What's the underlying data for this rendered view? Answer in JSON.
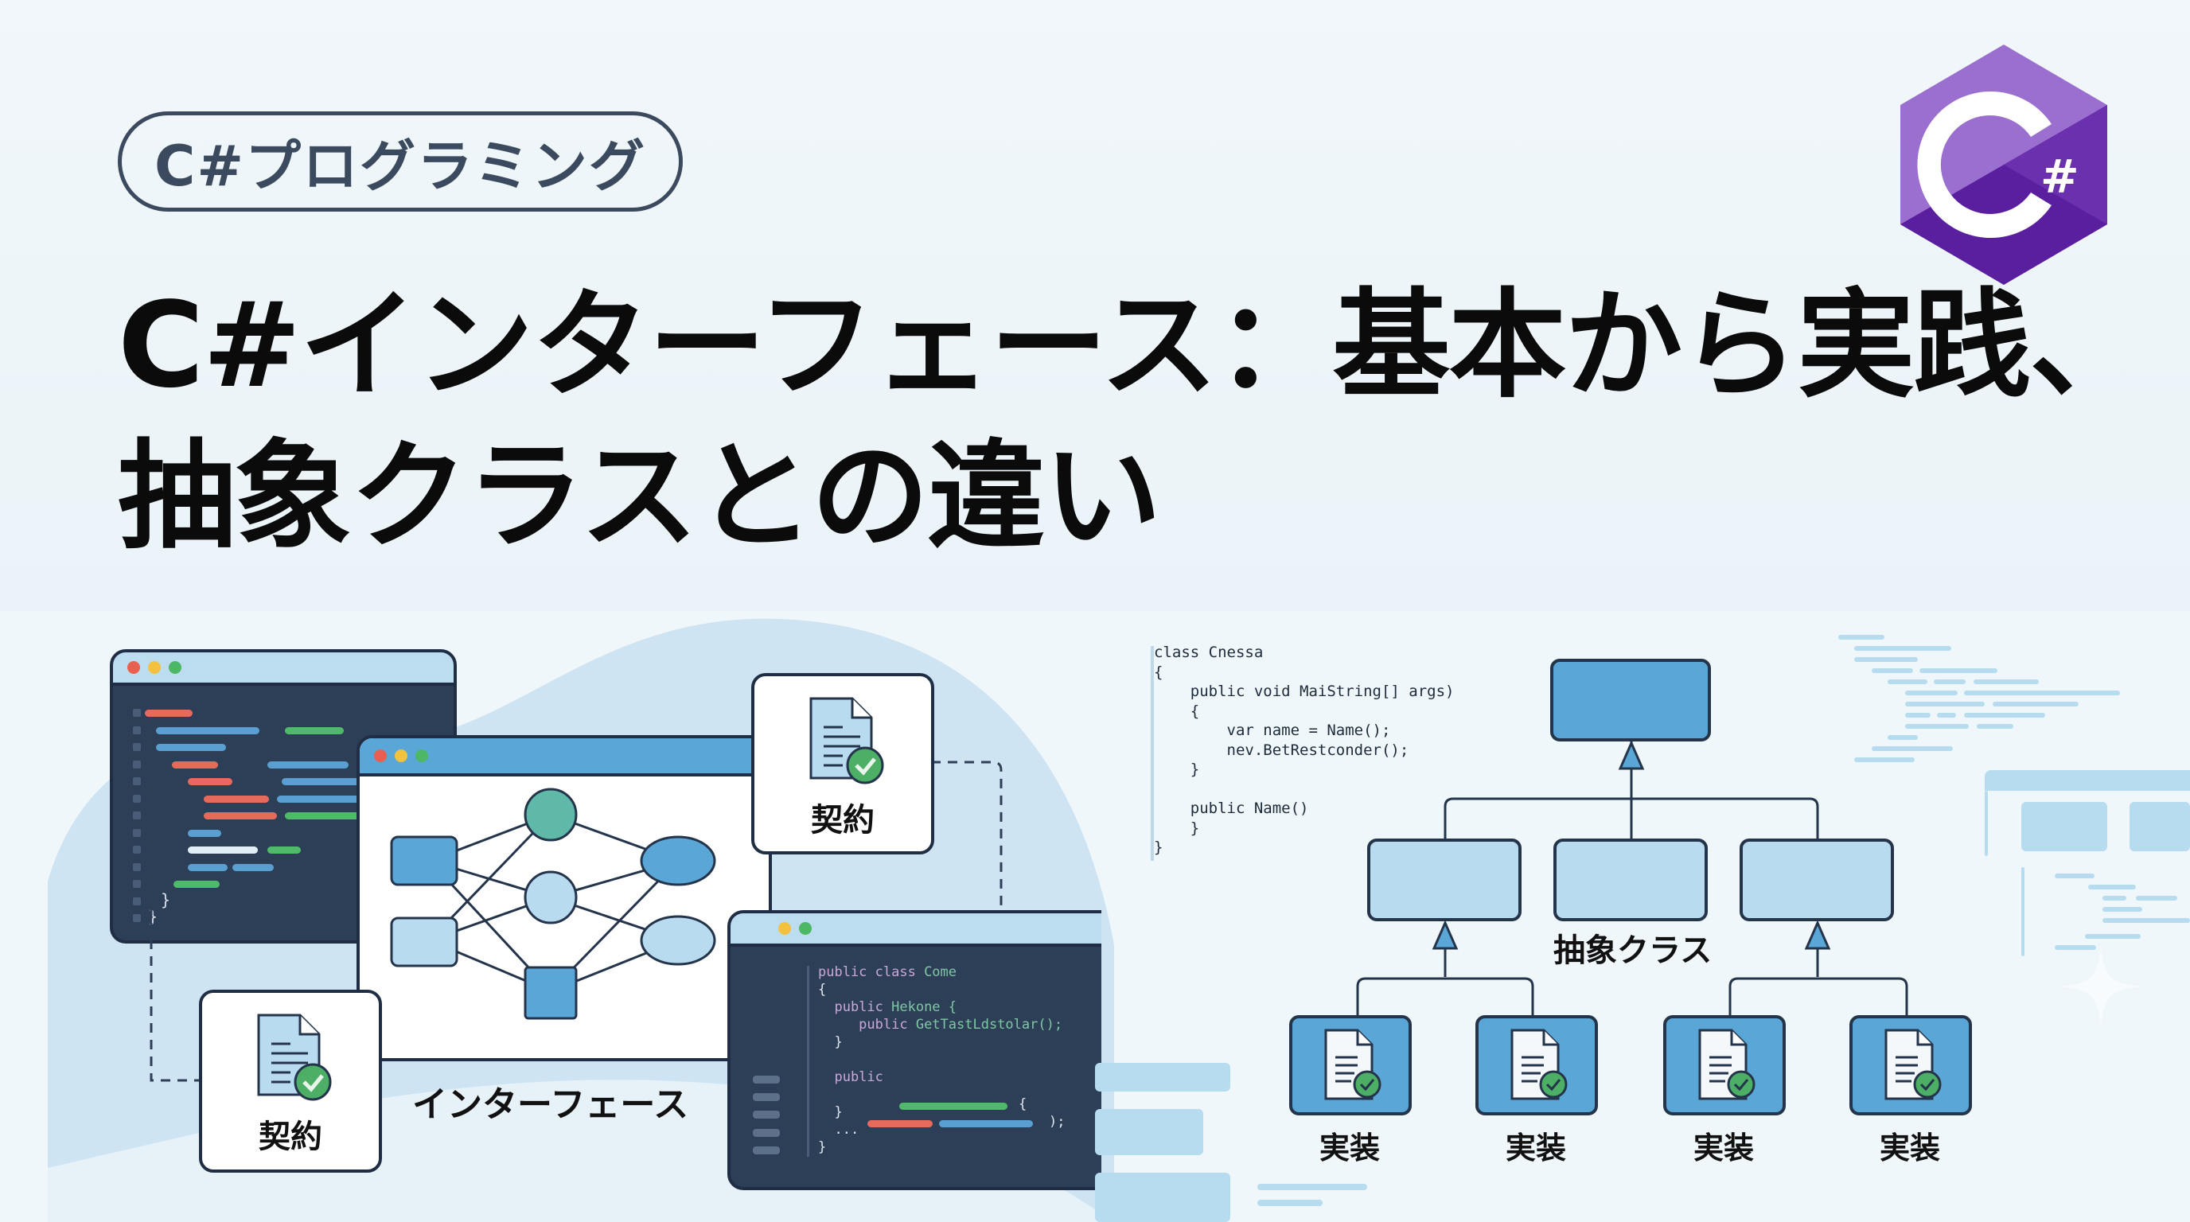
{
  "header": {
    "category": "C#プログラミング",
    "title_line1": "C#インターフェース：基本から実践、",
    "title_line2": "抽象クラスとの違い",
    "logo": {
      "icon": "csharp-logo-icon",
      "glyph": "C#",
      "colors": {
        "light": "#9b6fd0",
        "dark": "#5a1f9e",
        "mid": "#7a46b8"
      }
    }
  },
  "left_panel": {
    "interface_label": "インターフェース",
    "contract_cards": [
      {
        "label": "契約",
        "icon": "document-check-icon"
      },
      {
        "label": "契約",
        "icon": "document-check-icon"
      }
    ],
    "code_window": {
      "lines": [
        {
          "cls": "kw",
          "text": "public class ",
          "tail": "Come",
          "tail_cls": "ty"
        },
        {
          "cls": "pl",
          "text": "{"
        },
        {
          "cls": "kw",
          "text": "  public ",
          "tail": "Hekone {",
          "tail_cls": "ty"
        },
        {
          "cls": "kw",
          "text": "     public ",
          "tail": "GetTastLdstolar();",
          "tail_cls": "ty"
        },
        {
          "cls": "pl",
          "text": "  }"
        },
        {
          "cls": "pl",
          "text": ""
        },
        {
          "cls": "kw",
          "text": "  public"
        },
        {
          "cls": "pl",
          "text": ""
        },
        {
          "cls": "pl",
          "text": "  }"
        },
        {
          "cls": "pl",
          "text": "  ..."
        },
        {
          "cls": "pl",
          "text": "}"
        }
      ],
      "line_end_1": "{",
      "line_end_2": ");"
    }
  },
  "right_panel": {
    "code_sample": [
      "class Cnessa",
      "{",
      "    public void MaiString[] args)",
      "    {",
      "        var name = Name();",
      "        nev.BetRestconder();",
      "    }",
      "",
      "    public Name()",
      "    }",
      "}"
    ],
    "abstract_class_label": "抽象クラス",
    "implementations": [
      {
        "label": "実装",
        "icon": "document-check-icon"
      },
      {
        "label": "実装",
        "icon": "document-check-icon"
      },
      {
        "label": "実装",
        "icon": "document-check-icon"
      },
      {
        "label": "実装",
        "icon": "document-check-icon"
      }
    ]
  },
  "colors": {
    "accent_blue": "#5aa6d7",
    "light_blue": "#b9dbf0",
    "dark_navy": "#2d3e57",
    "outline": "#1f2e44",
    "check_green": "#4caf65",
    "teal_node": "#5fb8a8"
  }
}
